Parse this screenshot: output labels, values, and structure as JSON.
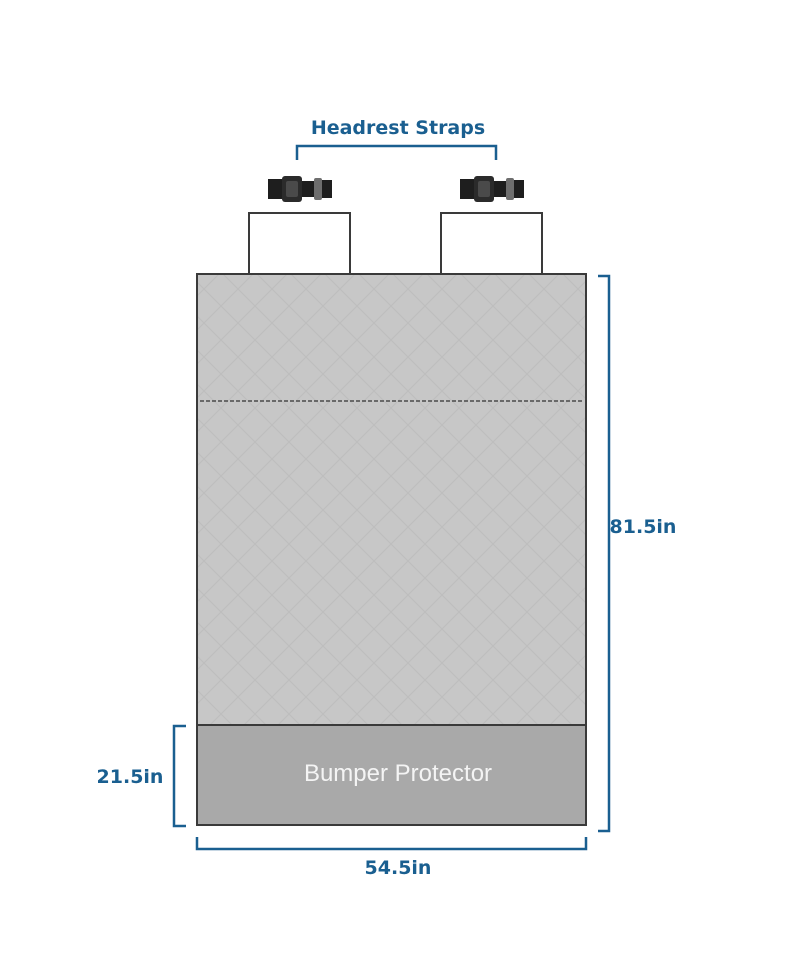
{
  "labels": {
    "headrest_straps": "Headrest Straps",
    "height": "81.5in",
    "bumper_height": "21.5in",
    "width": "54.5in",
    "bumper_protector": "Bumper Protector"
  },
  "colors": {
    "dimension": "#1a5f90",
    "cover_fill": "#c7c7c7",
    "bumper_fill": "#a9a9a9",
    "outline": "#3a3a3a",
    "bumper_text": "#f4f4f4",
    "buckle": "#1e1e1e"
  },
  "icons": [
    "buckle-icon",
    "buckle-icon"
  ]
}
